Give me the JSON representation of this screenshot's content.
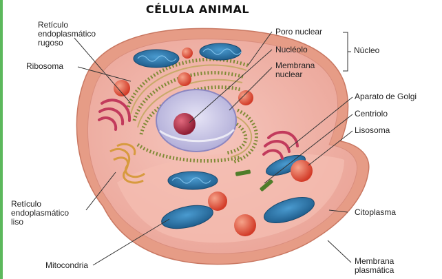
{
  "title": "CÉLULA ANIMAL",
  "labels": {
    "rer": [
      "Retículo",
      "endoplasmático",
      "rugoso"
    ],
    "ribosoma": "Ribosoma",
    "poro_nuclear": "Poro nuclear",
    "nucleolo": "Nucléolo",
    "membrana_nuclear": [
      "Membrana",
      "nuclear"
    ],
    "nucleo": "Núcleo",
    "golgi": "Aparato de Golgi",
    "centriolo": "Centriolo",
    "lisosoma": "Lisosoma",
    "rel": [
      "Retículo",
      "endoplasmático",
      "liso"
    ],
    "citoplasma": "Citoplasma",
    "mitocondria": "Mitocondria",
    "membrana_plasmatica": [
      "Membrana",
      "plasmática"
    ]
  },
  "colors": {
    "membrane": "#e9a08c",
    "cytoplasm": "#f2b4aa",
    "nucleus": "#c9c8e6",
    "nucleolus": "#b32a45",
    "mitochondria": "#2a6fa3",
    "lysosome": "#e0503a",
    "golgi": "#c23a5c",
    "rer": "#6b7a2e"
  }
}
